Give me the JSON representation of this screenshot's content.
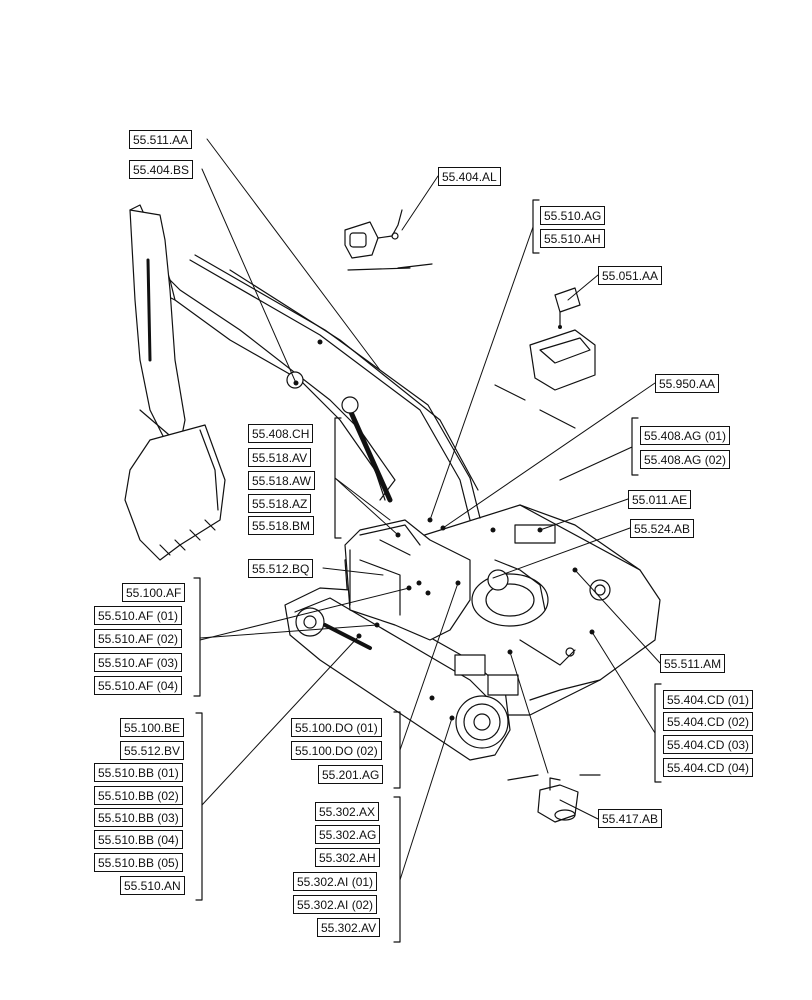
{
  "callouts": {
    "c_511_aa": "55.511.AA",
    "c_404_bs": "55.404.BS",
    "c_404_al": "55.404.AL",
    "c_510_ag": "55.510.AG",
    "c_510_ah": "55.510.AH",
    "c_051_aa": "55.051.AA",
    "c_950_aa": "55.950.AA",
    "c_408_ag01": "55.408.AG (01)",
    "c_408_ag02": "55.408.AG (02)",
    "c_408_ch": "55.408.CH",
    "c_518_av": "55.518.AV",
    "c_518_aw": "55.518.AW",
    "c_518_az": "55.518.AZ",
    "c_518_bm": "55.518.BM",
    "c_011_ae": "55.011.AE",
    "c_524_ab": "55.524.AB",
    "c_512_bq": "55.512.BQ",
    "c_100_af": "55.100.AF",
    "c_510_af01": "55.510.AF (01)",
    "c_510_af02": "55.510.AF (02)",
    "c_510_af03": "55.510.AF (03)",
    "c_510_af04": "55.510.AF (04)",
    "c_511_am": "55.511.AM",
    "c_404_cd01": "55.404.CD (01)",
    "c_404_cd02": "55.404.CD (02)",
    "c_404_cd03": "55.404.CD (03)",
    "c_404_cd04": "55.404.CD (04)",
    "c_100_be": "55.100.BE",
    "c_512_bv": "55.512.BV",
    "c_510_bb01": "55.510.BB (01)",
    "c_510_bb02": "55.510.BB (02)",
    "c_510_bb03": "55.510.BB (03)",
    "c_510_bb04": "55.510.BB (04)",
    "c_510_bb05": "55.510.BB (05)",
    "c_510_an": "55.510.AN",
    "c_100_do01": "55.100.DO (01)",
    "c_100_do02": "55.100.DO (02)",
    "c_201_ag": "55.201.AG",
    "c_302_ax": "55.302.AX",
    "c_302_ag": "55.302.AG",
    "c_302_ah": "55.302.AH",
    "c_302_ai01": "55.302.AI (01)",
    "c_302_ai02": "55.302.AI (02)",
    "c_302_av": "55.302.AV",
    "c_417_ab": "55.417.AB"
  }
}
